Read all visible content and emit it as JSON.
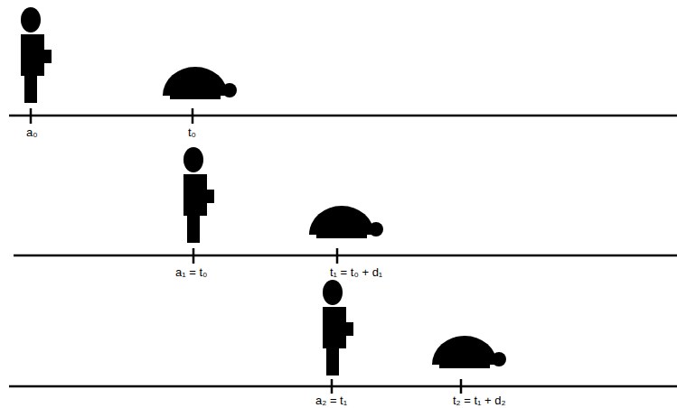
{
  "diagram": {
    "labels": [
      "a₀",
      "t₀",
      "a₁ = t₀",
      "t₁ = t₀ + d₁",
      "a₂ = t₁",
      "t₂ = t₁ + d₂"
    ]
  }
}
